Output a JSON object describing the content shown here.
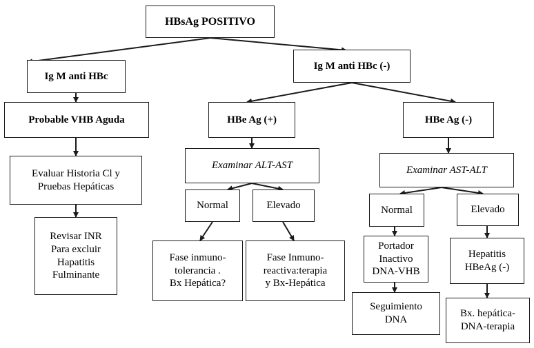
{
  "diagram": {
    "root": "HBsAg POSITIVO",
    "left_branch": {
      "igm": "Ig M anti HBc",
      "probable": "Probable VHB Aguda",
      "evaluar": "Evaluar Historia Cl y\nPruebas Hepáticas",
      "revisar": "Revisar INR\nPara excluir\nHapatitis\nFulminante"
    },
    "right_branch": {
      "igm": "Ig M anti HBc (-)",
      "hbe_pos": {
        "label": "HBe Ag  (+)",
        "examinar": "Examinar ALT-AST",
        "normal": "Normal",
        "elevado": "Elevado",
        "fase_tol": "Fase inmuno-\ntolerancia .\nBx Hepática?",
        "fase_reac": "Fase Inmuno-\nreactiva:terapia\ny Bx-Hepática"
      },
      "hbe_neg": {
        "label": "HBe Ag  (-)",
        "examinar": "Examinar AST-ALT",
        "normal": "Normal",
        "elevado": "Elevado",
        "portador": "Portador\nInactivo\nDNA-VHB",
        "seguimiento": "Seguimiento\nDNA",
        "hepatitis": "Hepatitis\nHBeAg (-)",
        "bx": "Bx. hepática-\nDNA-terapia"
      }
    }
  }
}
